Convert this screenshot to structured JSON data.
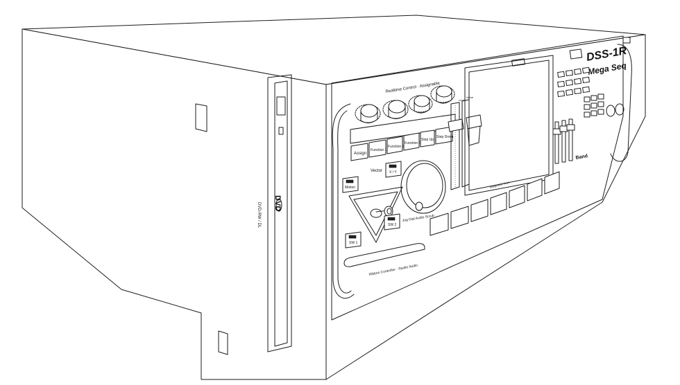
{
  "device": {
    "model_label": "DSS-1R",
    "brand_label": "Mega Seq",
    "drive_label": "DVD-RW / DL",
    "dvd_logo": "DVD"
  },
  "labels": {
    "realtime": "Realtime Control · Assignable",
    "jog": "Jog Dial Audio Scrub",
    "ribbon": "Ribbon Controller · Studio Audio",
    "vector": "Vector",
    "level": "Level",
    "value": "Value",
    "assignable": "Assignable Keys",
    "panel_brand": "Band"
  },
  "buttons": {
    "assign": "Assign",
    "function1": "Function 1",
    "function2": "Function 2",
    "function3": "Function 3",
    "step_up": "Step Up",
    "step_down": "Step Down",
    "motion": "Motion",
    "xy": "X / Y",
    "sw1": "SW 1",
    "sw2": "SW 2"
  }
}
